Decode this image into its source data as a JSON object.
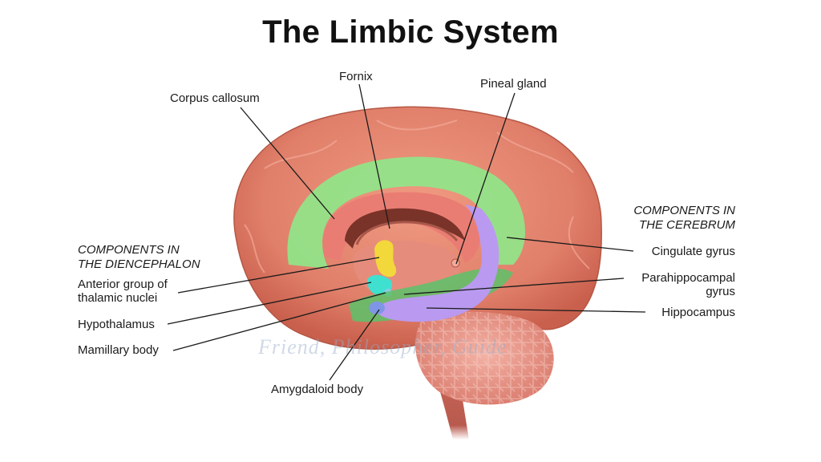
{
  "title": "The Limbic System",
  "groups": {
    "diencephalon": {
      "line1": "COMPONENTS IN",
      "line2": "THE DIENCEPHALON"
    },
    "cerebrum": {
      "line1": "COMPONENTS IN",
      "line2": "THE CEREBRUM"
    }
  },
  "labels": {
    "corpus_callosum": "Corpus callosum",
    "fornix": "Fornix",
    "pineal_gland": "Pineal gland",
    "anterior_group_line1": "Anterior group of",
    "anterior_group_line2": "thalamic nuclei",
    "hypothalamus": "Hypothalamus",
    "mamillary_body": "Mamillary body",
    "amygdaloid_body": "Amygdaloid body",
    "cingulate_gyrus": "Cingulate gyrus",
    "parahippocampal_line1": "Parahippocampal",
    "parahippocampal_line2": "gyrus",
    "hippocampus": "Hippocampus"
  },
  "watermark": "Friend, Philosopher, Guide",
  "colors": {
    "cortex": "#e07f6a",
    "cingulate": "#8ee88a",
    "hippocampus": "#b99af0",
    "thalamic": "#f2d83a",
    "hypothalamus": "#3fe0cf",
    "amygdala": "#7f95e6",
    "fornix": "#7a3328"
  }
}
